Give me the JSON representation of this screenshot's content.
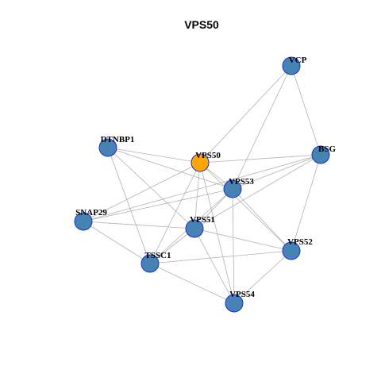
{
  "graph": {
    "title": "VPS50",
    "colors": {
      "node_default": "#4682B4",
      "node_focus": "#FFA500",
      "node_border": "#1a33cc",
      "edge": "#b3b3b3"
    },
    "focus_node": "VPS50",
    "nodes": [
      "VCP",
      "DTNBP1",
      "VPS50",
      "BSG",
      "VPS53",
      "SNAP29",
      "VPS51",
      "VPS52",
      "TSSC1",
      "VPS54"
    ],
    "edges": [
      [
        "VCP",
        "VPS50"
      ],
      [
        "VCP",
        "VPS53"
      ],
      [
        "VCP",
        "BSG"
      ],
      [
        "DTNBP1",
        "VPS50"
      ],
      [
        "DTNBP1",
        "VPS53"
      ],
      [
        "DTNBP1",
        "VPS51"
      ],
      [
        "DTNBP1",
        "TSSC1"
      ],
      [
        "VPS50",
        "BSG"
      ],
      [
        "VPS50",
        "VPS53"
      ],
      [
        "VPS50",
        "VPS51"
      ],
      [
        "VPS50",
        "VPS52"
      ],
      [
        "VPS50",
        "TSSC1"
      ],
      [
        "VPS50",
        "VPS54"
      ],
      [
        "VPS50",
        "SNAP29"
      ],
      [
        "BSG",
        "VPS53"
      ],
      [
        "BSG",
        "VPS51"
      ],
      [
        "BSG",
        "VPS52"
      ],
      [
        "BSG",
        "SNAP29"
      ],
      [
        "VPS53",
        "VPS51"
      ],
      [
        "VPS53",
        "VPS52"
      ],
      [
        "VPS53",
        "TSSC1"
      ],
      [
        "VPS53",
        "VPS54"
      ],
      [
        "VPS53",
        "SNAP29"
      ],
      [
        "SNAP29",
        "VPS51"
      ],
      [
        "SNAP29",
        "TSSC1"
      ],
      [
        "VPS51",
        "VPS52"
      ],
      [
        "VPS51",
        "TSSC1"
      ],
      [
        "VPS51",
        "VPS54"
      ],
      [
        "VPS52",
        "TSSC1"
      ],
      [
        "VPS52",
        "VPS54"
      ],
      [
        "TSSC1",
        "VPS54"
      ]
    ]
  }
}
